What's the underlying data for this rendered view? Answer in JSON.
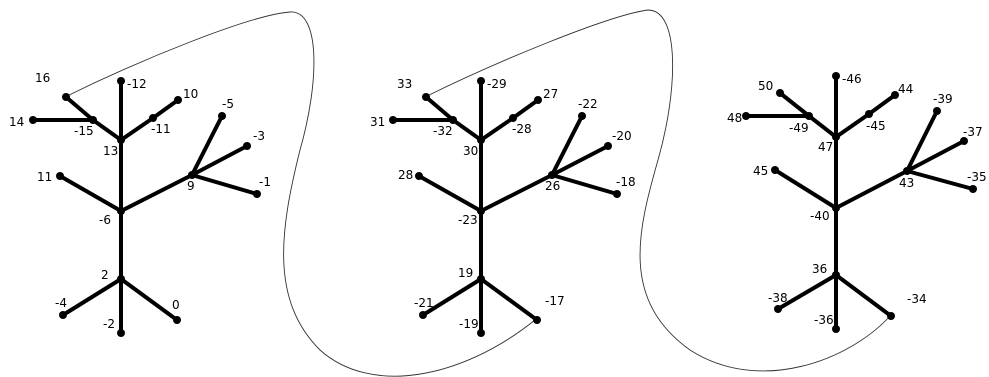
{
  "colors": {
    "edge": "#000000",
    "curve": "#333333",
    "background": "#ffffff"
  },
  "trees": [
    {
      "edges": [
        [
          "2",
          "-6"
        ],
        [
          "-6",
          "13"
        ],
        [
          "-6",
          "9"
        ],
        [
          "-6",
          "11"
        ],
        [
          "13",
          "-12"
        ],
        [
          "13",
          "-15"
        ],
        [
          "-15",
          "16"
        ],
        [
          "-15",
          "14"
        ],
        [
          "13",
          "-11"
        ],
        [
          "-11",
          "10"
        ],
        [
          "9",
          "-5"
        ],
        [
          "9",
          "-3"
        ],
        [
          "9",
          "-1"
        ],
        [
          "2",
          "-4"
        ],
        [
          "2",
          "-2"
        ],
        [
          "2",
          "0"
        ]
      ],
      "labels": [
        "2",
        "-6",
        "13",
        "9",
        "11",
        "-12",
        "-15",
        "16",
        "14",
        "-11",
        "10",
        "-5",
        "-3",
        "-1",
        "-4",
        "-2",
        "0"
      ]
    },
    {
      "edges": [
        [
          "19",
          "-23"
        ],
        [
          "-23",
          "30"
        ],
        [
          "-23",
          "26"
        ],
        [
          "-23",
          "28"
        ],
        [
          "30",
          "-29"
        ],
        [
          "30",
          "-32"
        ],
        [
          "-32",
          "33"
        ],
        [
          "-32",
          "31"
        ],
        [
          "30",
          "-28"
        ],
        [
          "-28",
          "27"
        ],
        [
          "26",
          "-22"
        ],
        [
          "26",
          "-20"
        ],
        [
          "26",
          "-18"
        ],
        [
          "19",
          "-21"
        ],
        [
          "19",
          "-19"
        ],
        [
          "19",
          "-17"
        ]
      ],
      "labels": [
        "19",
        "-23",
        "30",
        "26",
        "28",
        "-29",
        "-32",
        "33",
        "31",
        "-28",
        "27",
        "-22",
        "-20",
        "-18",
        "-21",
        "-19",
        "-17"
      ]
    },
    {
      "edges": [
        [
          "36",
          "-40"
        ],
        [
          "-40",
          "47"
        ],
        [
          "-40",
          "43"
        ],
        [
          "-40",
          "45"
        ],
        [
          "47",
          "-46"
        ],
        [
          "47",
          "-49"
        ],
        [
          "-49",
          "50"
        ],
        [
          "-49",
          "48"
        ],
        [
          "47",
          "-45"
        ],
        [
          "-45",
          "44"
        ],
        [
          "43",
          "-39"
        ],
        [
          "43",
          "-37"
        ],
        [
          "43",
          "-35"
        ],
        [
          "36",
          "-38"
        ],
        [
          "36",
          "-36"
        ],
        [
          "36",
          "-34"
        ]
      ],
      "labels": [
        "36",
        "-40",
        "47",
        "43",
        "45",
        "-46",
        "-49",
        "50",
        "48",
        "-45",
        "44",
        "-39",
        "-37",
        "-35",
        "-38",
        "-36",
        "-34"
      ]
    }
  ]
}
